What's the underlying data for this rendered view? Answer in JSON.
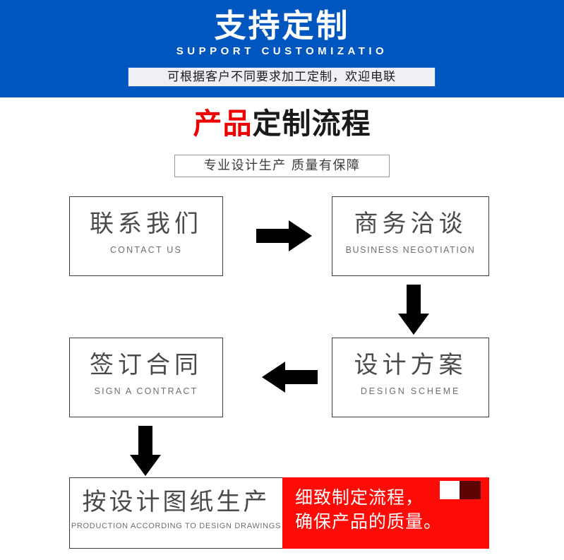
{
  "banner": {
    "title": "支持定制",
    "subtitle": "SUPPORT CUSTOMIZATIO",
    "badge": "可根据客户不同要求加工定制，欢迎电联",
    "bg_color": "#0056bf",
    "badge_bg_color": "#eef0f4",
    "badge_border_color": "#2a6ccc"
  },
  "section": {
    "title_highlight": "产品",
    "title_rest": "定制流程",
    "highlight_color": "#ee0000",
    "tagline": "专业设计生产 质量有保障"
  },
  "flow": {
    "steps": [
      {
        "cn": "联系我们",
        "en": "CONTACT US"
      },
      {
        "cn": "商务洽谈",
        "en": "BUSINESS  NEGOTIATION"
      },
      {
        "cn": "设计方案",
        "en": "DESIGN  SCHEME"
      },
      {
        "cn": "签订合同",
        "en": "SIGN A CONTRACT"
      },
      {
        "cn": "按设计图纸生产",
        "en": "PRODUCTION ACCORDING TO DESIGN DRAWINGS"
      }
    ],
    "arrows": [
      {
        "direction": "right"
      },
      {
        "direction": "down"
      },
      {
        "direction": "left"
      },
      {
        "direction": "down"
      }
    ]
  },
  "callout": {
    "line1": "细致制定流程，",
    "line2": "确保产品的质量。",
    "bg_color": "#fc0b07",
    "deco_square_light": "#ffffff",
    "deco_square_dark": "#5e0404"
  }
}
